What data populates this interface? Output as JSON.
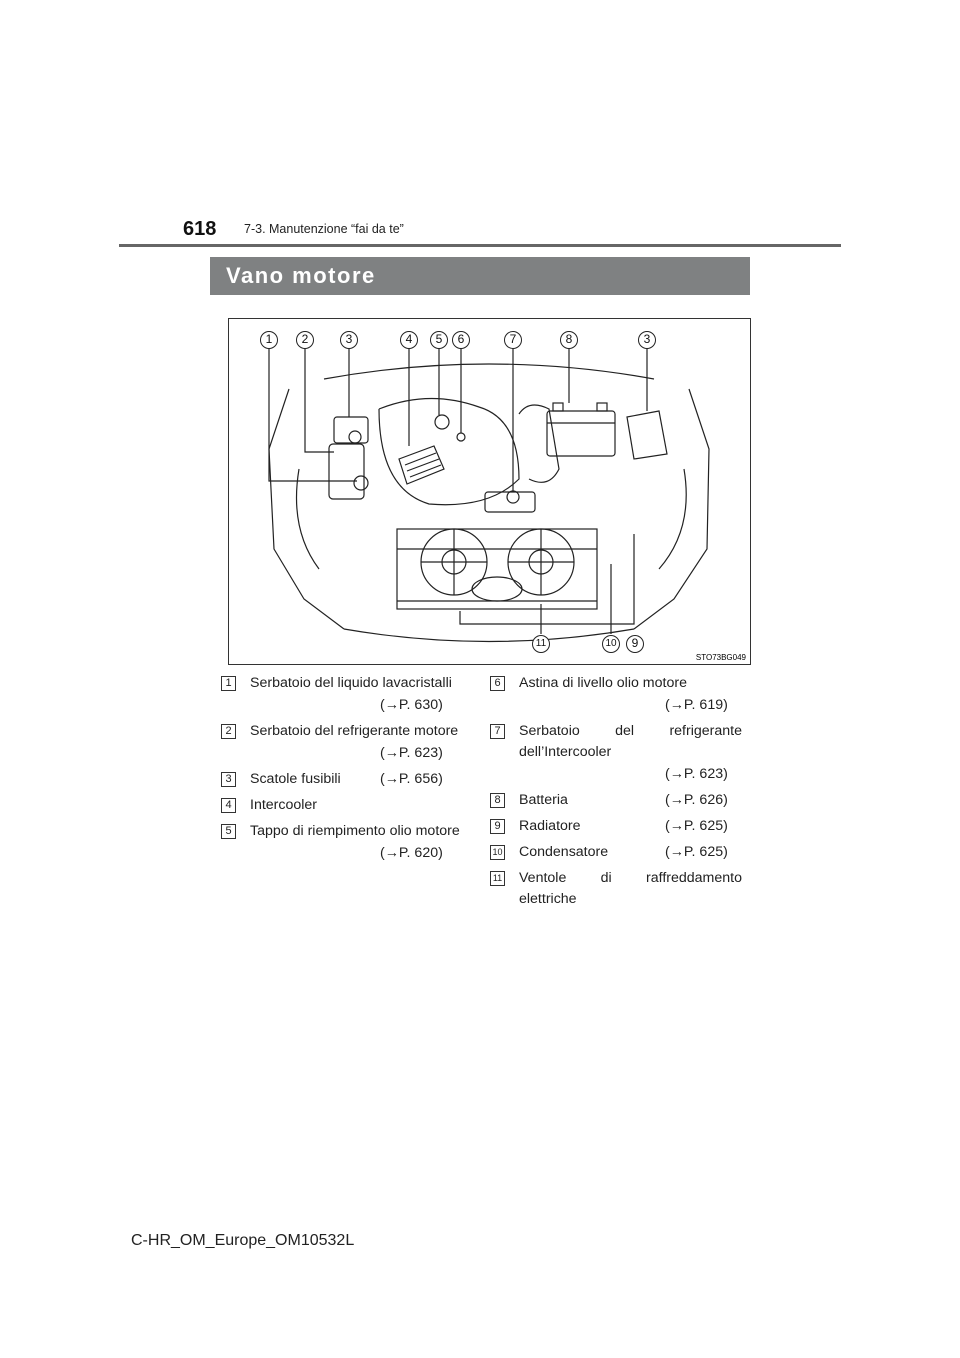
{
  "header": {
    "page_number": "618",
    "section": "7-3. Manutenzione “fai da te”"
  },
  "title": "Vano motore",
  "figure": {
    "id": "STO73BG049",
    "callouts_top": [
      "1",
      "2",
      "3",
      "4",
      "5",
      "6",
      "7",
      "8",
      "3"
    ],
    "callouts_bottom": [
      "11",
      "10",
      "9"
    ]
  },
  "legend": [
    {
      "num": "1",
      "label": "Serbatoio del liquido lavacristalli",
      "ref": "(→P. 630)"
    },
    {
      "num": "2",
      "label": "Serbatoio del refrigerante motore",
      "ref": "(→P. 623)"
    },
    {
      "num": "3",
      "label": "Scatole fusibili",
      "ref": "(→P. 656)"
    },
    {
      "num": "4",
      "label": "Intercooler",
      "ref": ""
    },
    {
      "num": "5",
      "label": "Tappo di riempimento olio motore",
      "ref": "(→P. 620)"
    },
    {
      "num": "6",
      "label": "Astina di livello olio motore",
      "ref": "(→P. 619)"
    },
    {
      "num": "7",
      "label": "Serbatoio del refrigerante dell’Intercooler",
      "ref": "(→P. 623)"
    },
    {
      "num": "8",
      "label": "Batteria",
      "ref": "(→P. 626)"
    },
    {
      "num": "9",
      "label": "Radiatore",
      "ref": "(→P. 625)"
    },
    {
      "num": "10",
      "label": "Condensatore",
      "ref": "(→P. 625)"
    },
    {
      "num": "11",
      "label": "Ventole di raffreddamento elettriche",
      "ref": ""
    }
  ],
  "footer": "C-HR_OM_Europe_OM10532L"
}
